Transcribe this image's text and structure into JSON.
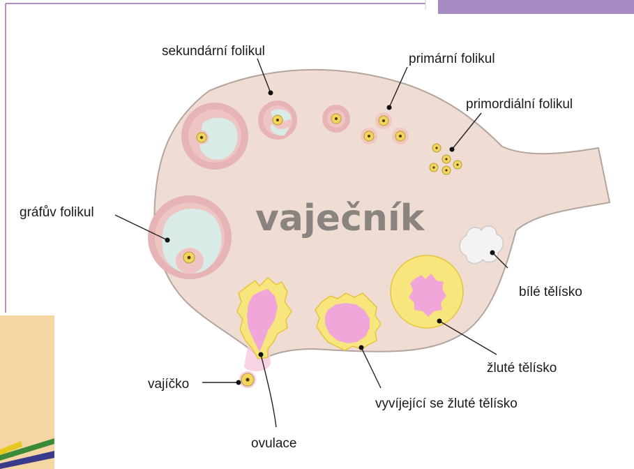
{
  "diagram": {
    "title": "vaječník",
    "labels": {
      "secondary": "sekundární folikul",
      "primary": "primární folikul",
      "primordial": "primordiální folikul",
      "graafian": "gráfův folikul",
      "corpus_albicans": "bílé tělísko",
      "corpus_luteum": "žluté tělísko",
      "developing_luteum": "vyvíjející se žluté tělísko",
      "ovum": "vajíčko",
      "ovulation": "ovulace"
    }
  },
  "colors": {
    "ovary": "#efddd3",
    "ovary_border": "#b3a49d",
    "follicle_pink": "#e7b4b6",
    "antrum": "#d8ebe6",
    "oocyte_yellow": "#f1d55c",
    "corpus_luteum_yellow": "#f7e57e",
    "luteum_center": "#f0a6d8",
    "corpus_albicans": "#f4f2f2",
    "slide_frame": "#9c6aa8",
    "corner_tan": "#f5d6a3"
  }
}
